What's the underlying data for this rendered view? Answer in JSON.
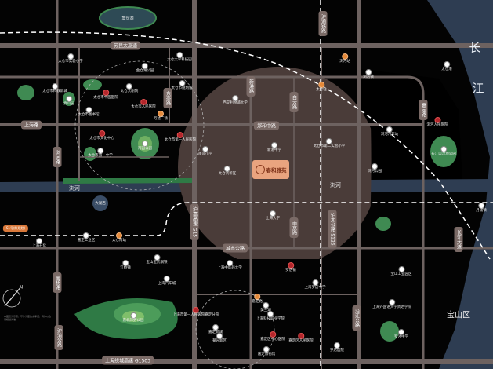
{
  "map": {
    "colors": {
      "background": "#030303",
      "water": "#2e3d52",
      "road": "#6d6260",
      "zone": "#4a3c39",
      "park": "#3f8a52",
      "rail": "#ffffff"
    },
    "water_labels": {
      "lake": "金仓湖",
      "river": "浏河",
      "river2": "浏河",
      "yangtze_1": "长",
      "yangtze_2": "江",
      "pond": "大湖西"
    },
    "district_label": "宝山区",
    "project": {
      "name": "春和雅苑",
      "icon": "logo-icon"
    },
    "roads": [
      "苏昆太高速",
      "上海路",
      "郑和中路",
      "沪通铁路",
      "上海绕城高速 G1503",
      "沪太公路 S126",
      "沪嘉高速 G15",
      "宝杨路",
      "城市公路",
      "东亭路",
      "浏河路",
      "新港路",
      "嘉定路",
      "沿江公路",
      "沪渝公路",
      "白云路",
      "南京路",
      "长江大道"
    ],
    "stations": [
      "太仓南站",
      "太仓站",
      "嘉定北",
      "浏河站"
    ],
    "metro_label": "S1号线(规划)",
    "pois": [
      "太仓市实验小学",
      "金仓湖公园",
      "太仓市人民医院",
      "太仓市中医医院",
      "太仓市第一中学",
      "太仓大剧院",
      "太仓市科教新城",
      "万达广场",
      "南园公园",
      "弇山园",
      "太仓市图书馆",
      "太仓市文化中心",
      "太仓大学科技园",
      "太仓市规划馆",
      "太仓市第一人民医院",
      "西交利物浦大学",
      "太仓高新区",
      "南郊小学",
      "新港中学",
      "太仓市第二实验小学",
      "浏河镇",
      "浏河公园",
      "浏河人民医院",
      "长江口湿地公园",
      "太仓港",
      "浏河汽车站",
      "上海大学",
      "嘉北郊野公园",
      "上海石化",
      "上海汽车城",
      "宝山宝武钢铁",
      "上海中医药大学",
      "嘉定新城",
      "上海科技职业学院",
      "嘉定区中心医院",
      "罗店镇",
      "上海罗店中学",
      "罗店医院",
      "美兰湖",
      "上海外国语大学贤达学院",
      "宝山工业园区",
      "罗泾中学",
      "月浦镇",
      "嘉定工业区",
      "江桥镇",
      "菊园新区",
      "嘉定区人民医院",
      "嘉定博物馆",
      "上海市第一人民医院嘉定分院"
    ],
    "compass_label": "N",
    "legend_text": "本图仅为示意，不作为要约或承诺，具体以政府规划为准。"
  }
}
